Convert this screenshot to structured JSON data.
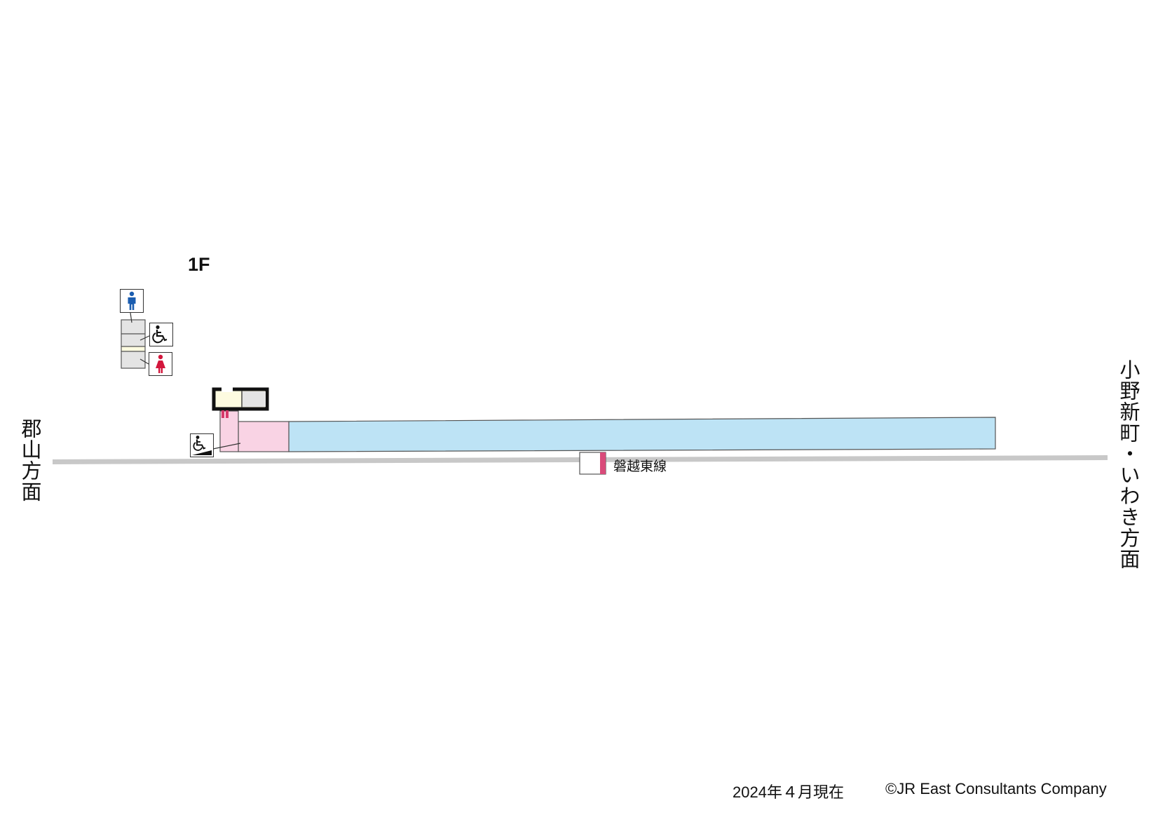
{
  "floor": {
    "label": "1F"
  },
  "directions": {
    "left": "郡山方面",
    "right": "小野新町・いわき方面"
  },
  "line": {
    "name": "磐越東線"
  },
  "footer": {
    "date": "2024年４月現在",
    "copyright": "©JR East Consultants Company"
  },
  "icons": {
    "mens_toilet": "male-toilet-icon",
    "womens_toilet": "female-toilet-icon",
    "accessible_toilet": "wheelchair-icon",
    "accessible_slope": "wheelchair-slope-icon",
    "ticket_gate": "ticket-gate-icon"
  },
  "colors": {
    "platform": "#bde3f5",
    "pink_area": "#f9d3e4",
    "station_building": "#fdfbe0",
    "facility_gray": "#e4e4e4",
    "track": "#c8c8c8",
    "mens_icon": "#1b5db0",
    "womens_icon": "#d3163c",
    "line_color": "#d94b7a"
  }
}
